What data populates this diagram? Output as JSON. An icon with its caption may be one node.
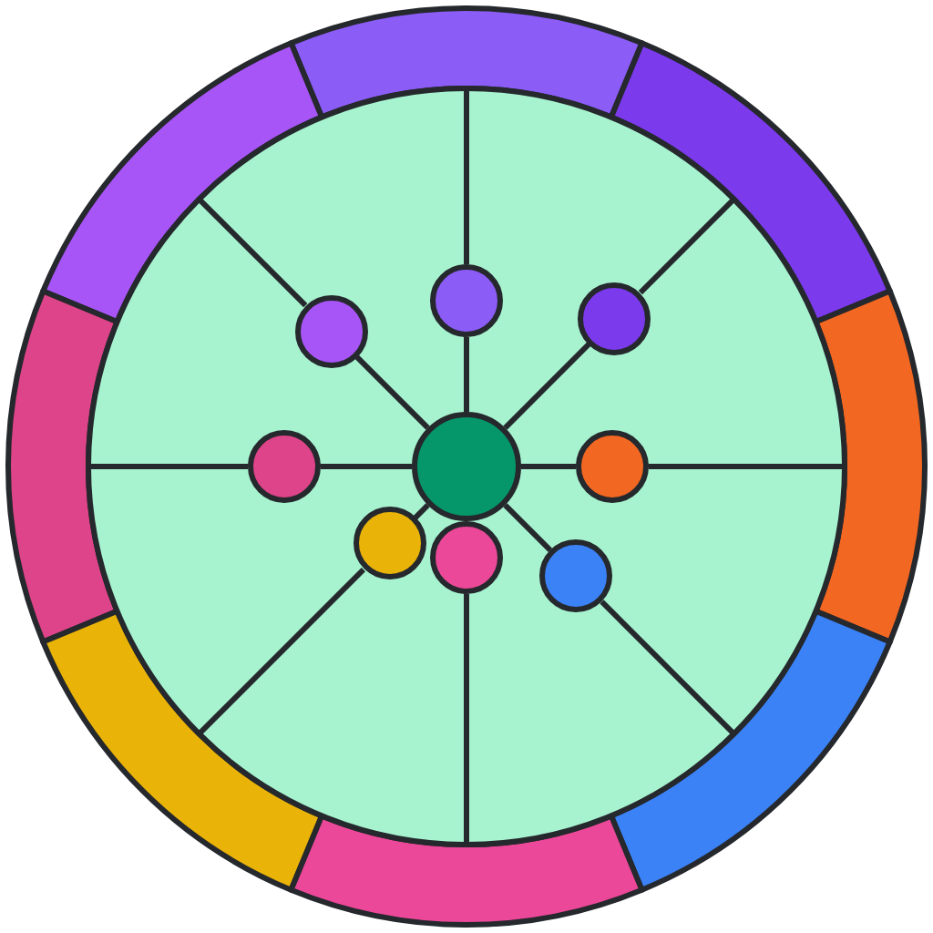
{
  "diagram": {
    "nodes": [
      {
        "text": [],
        "shape": "arc"
      },
      {
        "text": [],
        "shape": "arc"
      },
      {
        "text": [],
        "shape": "arc"
      },
      {
        "text": [],
        "shape": "arc"
      },
      {
        "text": [],
        "shape": "arc"
      },
      {
        "text": [],
        "shape": "arc"
      },
      {
        "text": [],
        "shape": "arc"
      },
      {
        "text": [],
        "shape": "arc"
      },
      {
        "text": [],
        "shape": "circle"
      },
      {
        "text": [],
        "shape": "circle",
        "in": 8
      },
      {
        "text": [],
        "shape": "circle",
        "in": 8
      },
      {
        "text": [],
        "shape": "circle",
        "in": 8
      },
      {
        "text": [],
        "shape": "circle",
        "in": 8
      },
      {
        "text": [],
        "shape": "circle",
        "in": 8
      },
      {
        "text": [],
        "shape": "circle",
        "in": 8
      },
      {
        "text": [],
        "shape": "circle",
        "in": 8
      },
      {
        "text": [],
        "shape": "circle",
        "in": 8
      },
      {
        "text": [],
        "shape": "circle",
        "in": 8
      }
    ],
    "edges": [
      {
        "from": 13,
        "to": 9,
        "arrow": "none"
      },
      {
        "from": 9,
        "to": 1,
        "arrow": "none"
      },
      {
        "from": 13,
        "to": 10,
        "arrow": "none"
      },
      {
        "from": 10,
        "to": 0,
        "arrow": "none"
      },
      {
        "from": 13,
        "to": 11,
        "arrow": "none"
      },
      {
        "from": 11,
        "to": 2,
        "arrow": "none"
      },
      {
        "from": 13,
        "to": 12,
        "arrow": "none"
      },
      {
        "from": 12,
        "to": 3,
        "arrow": "none"
      },
      {
        "from": 13,
        "to": 14,
        "arrow": "none"
      },
      {
        "from": 14,
        "to": 4,
        "arrow": "none"
      },
      {
        "from": 13,
        "to": 15,
        "arrow": "none"
      },
      {
        "from": 15,
        "to": 5,
        "arrow": "none"
      },
      {
        "from": 16,
        "to": 7,
        "arrow": "none"
      },
      {
        "from": 13,
        "to": 17,
        "arrow": "none"
      },
      {
        "from": 17,
        "to": 6,
        "arrow": "none"
      }
    ]
  }
}
